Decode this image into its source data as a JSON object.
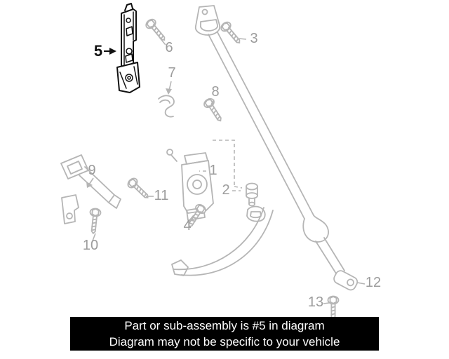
{
  "diagram": {
    "highlighted_part": "5",
    "line_color": "#b5b5b5",
    "callout_color": "#9c9c9c",
    "highlight_color": "#111111",
    "callouts": [
      {
        "label": "5",
        "highlighted": true
      },
      {
        "label": "6"
      },
      {
        "label": "3"
      },
      {
        "label": "7"
      },
      {
        "label": "8"
      },
      {
        "label": "9"
      },
      {
        "label": "11"
      },
      {
        "label": "1"
      },
      {
        "label": "2"
      },
      {
        "label": "4"
      },
      {
        "label": "10"
      },
      {
        "label": "12"
      },
      {
        "label": "13"
      }
    ]
  },
  "banner": {
    "line1": "Part or sub-assembly is #5 in diagram",
    "line2": "Diagram may not be specific to your vehicle",
    "background": "#000000",
    "text_color": "#ffffff"
  }
}
